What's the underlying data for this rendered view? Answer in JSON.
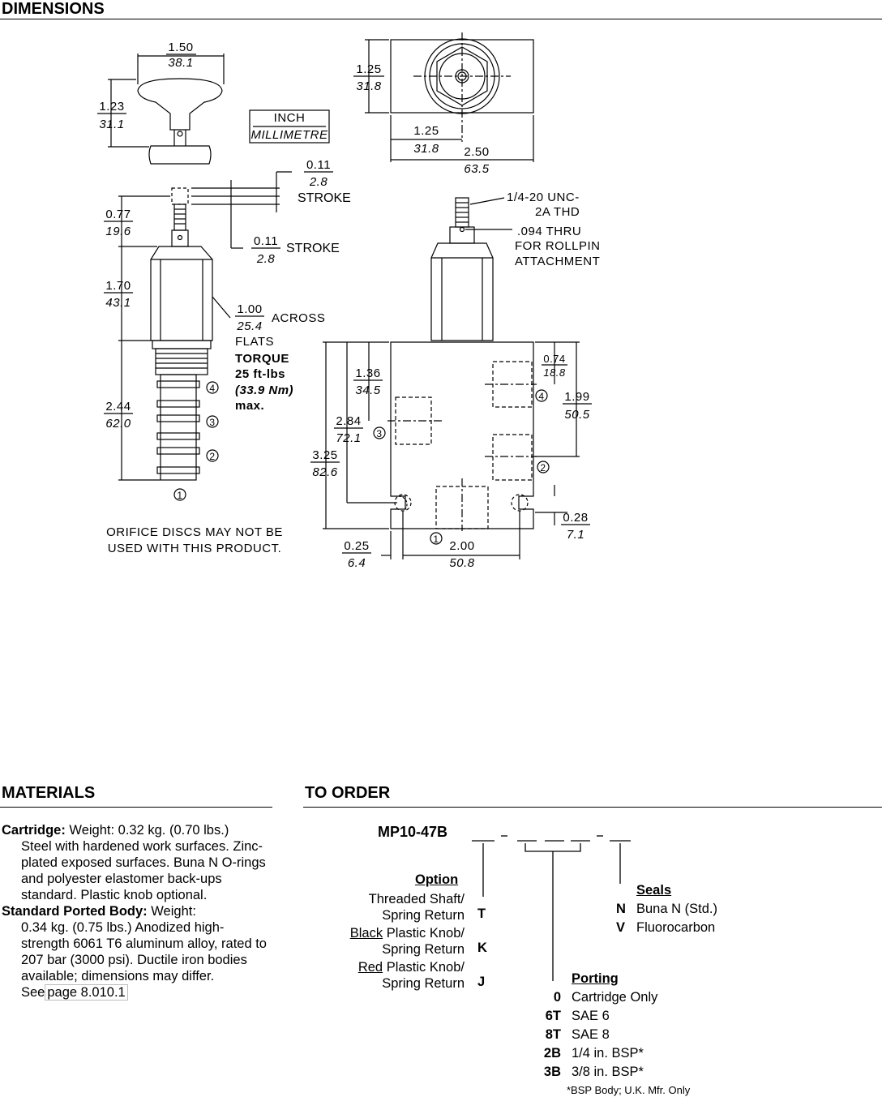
{
  "dimensions": {
    "heading": "DIMENSIONS",
    "knob_width": {
      "inch": "1.50",
      "mm": "38.1"
    },
    "knob_height": {
      "inch": "1.23",
      "mm": "31.1"
    },
    "legend": {
      "inch": "INCH",
      "mm": "MILLIMETRE"
    },
    "body_height": {
      "inch": "1.25",
      "mm": "31.8"
    },
    "body_center": {
      "inch": "1.25",
      "mm": "31.8"
    },
    "body_width": {
      "inch": "2.50",
      "mm": "63.5"
    },
    "stroke_top": {
      "inch": "0.11",
      "mm": "2.8",
      "label": "STROKE"
    },
    "stroke_bottom": {
      "inch": "0.11",
      "mm": "2.8",
      "label": "STROKE"
    },
    "shaft_len": {
      "inch": "0.77",
      "mm": "19.6"
    },
    "hex_len": {
      "inch": "1.70",
      "mm": "43.1"
    },
    "flats": {
      "inch": "1.00",
      "mm": "25.4",
      "l1": "ACROSS",
      "l2": "FLATS"
    },
    "torque": {
      "l1": "TORQUE",
      "l2": "25 ft-lbs",
      "l3": "(33.9 Nm)",
      "l4": "max."
    },
    "cart_len": {
      "inch": "2.44",
      "mm": "62.0"
    },
    "thread": {
      "l1": "1/4-20 UNC-",
      "l2": "2A THD"
    },
    "rollpin": {
      "l1": ".094 THRU",
      "l2": "FOR ROLLPIN",
      "l3": "ATTACHMENT"
    },
    "port4_top": {
      "inch": "0.74",
      "mm": "18.8"
    },
    "port2_dist": {
      "inch": "1.99",
      "mm": "50.5"
    },
    "port3_top": {
      "inch": "1.36",
      "mm": "34.5"
    },
    "hole_dist": {
      "inch": "2.84",
      "mm": "72.1"
    },
    "total_height": {
      "inch": "3.25",
      "mm": "82.6"
    },
    "hole_offset": {
      "inch": "0.28",
      "mm": "7.1"
    },
    "hole_edge": {
      "inch": "0.25",
      "mm": "6.4"
    },
    "hole_spacing": {
      "inch": "2.00",
      "mm": "50.8"
    },
    "ports": [
      "1",
      "2",
      "3",
      "4"
    ],
    "note_l1": "ORIFICE DISCS MAY NOT BE",
    "note_l2": "USED WITH THIS PRODUCT."
  },
  "materials": {
    "heading": "MATERIALS",
    "cartridge_label": "Cartridge:",
    "cartridge_first": " Weight: 0.32 kg. (0.70 lbs.)",
    "cartridge_rest": "Steel with hardened work surfaces. Zinc-plated exposed surfaces. Buna N O-rings and polyester elastomer back-ups standard. Plastic knob optional.",
    "body_label": "Standard Ported Body:",
    "body_first": " Weight:",
    "body_rest": "0.34 kg. (0.75 lbs.) Anodized high-strength 6061 T6 aluminum alloy, rated to 207 bar (3000 psi). Ductile iron bodies available; dimensions may differ. See",
    "page_link": "page 8.010.1"
  },
  "order": {
    "heading": "TO ORDER",
    "model": "MP10-47B",
    "option": {
      "title": "Option",
      "items": [
        {
          "l1": "Threaded Shaft/",
          "l2": "Spring Return",
          "code": "T",
          "u": "",
          "rest": ""
        },
        {
          "l1": "",
          "l2": "Spring Return",
          "code": "K",
          "u": "Black",
          "rest": " Plastic Knob/"
        },
        {
          "l1": "",
          "l2": "Spring Return",
          "code": "J",
          "u": "Red",
          "rest": " Plastic Knob/"
        }
      ]
    },
    "seals": {
      "title": "Seals",
      "items": [
        {
          "code": "N",
          "label": "Buna N (Std.)"
        },
        {
          "code": "V",
          "label": "Fluorocarbon"
        }
      ]
    },
    "porting": {
      "title": "Porting",
      "items": [
        {
          "code": "0",
          "label": "Cartridge Only"
        },
        {
          "code": "6T",
          "label": "SAE 6"
        },
        {
          "code": "8T",
          "label": "SAE 8"
        },
        {
          "code": "2B",
          "label": "1/4 in. BSP*"
        },
        {
          "code": "3B",
          "label": "3/8 in. BSP*"
        }
      ]
    },
    "footnote": "*BSP Body; U.K. Mfr. Only"
  }
}
